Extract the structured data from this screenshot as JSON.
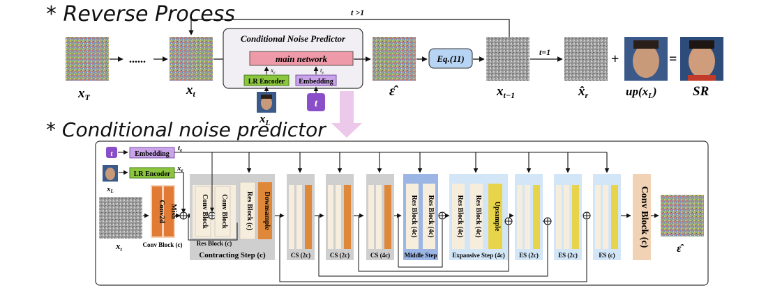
{
  "headings": {
    "reverse": "* Reverse Process",
    "cnp": "* Conditional noise predictor"
  },
  "top": {
    "t_gt_1": "t >1",
    "t_eq_1": "t=1",
    "cnp_title": "Conditional Noise Predictor",
    "main_network": "main network",
    "lr_encoder": "LR Encoder",
    "embedding": "Embedding",
    "t_token": "t",
    "x_e": "x",
    "x_e_sub": "e",
    "t_e": "t",
    "t_e_sub": "e",
    "dots": "......",
    "eq": "Eq.(11)",
    "plus": "+",
    "equals": "=",
    "labels": {
      "xT": "x",
      "xT_sub": "T",
      "xt": "x",
      "xt_sub": "t",
      "xL": "x",
      "xL_sub": "L",
      "eps": "ε̂",
      "xt1": "x",
      "xt1_sub": "t−1",
      "xr": "x̂",
      "xr_sub": "r",
      "up": "up(x",
      "up_sub": "L",
      "up_close": ")",
      "sr": "SR"
    }
  },
  "bottom": {
    "t_token": "t",
    "embedding": "Embedding",
    "lr_encoder": "LR Encoder",
    "t_e": "t",
    "t_e_sub": "e",
    "x_e": "x",
    "x_e_sub": "e",
    "xL": "x",
    "xL_sub": "L",
    "xt": "x",
    "xt_sub": "t",
    "eps": "ε̂",
    "conv2d": "Conv2d",
    "mish": "Mish",
    "conv_block_c": "Conv Block (c)",
    "conv_block_1": "Conv Block",
    "conv_block_2": "Conv Block",
    "res_block_c": "Res Block (c)",
    "res_block_c_label": "Res Block (c)",
    "downsample": "Downsample",
    "contracting_step": "Contracting Step (c)",
    "cs_2c_a": "CS (2c)",
    "cs_2c_b": "CS (2c)",
    "cs_4c": "CS (4c)",
    "res_block_4c_1": "Res Block (4c)",
    "res_block_4c_2": "Res Block (4c)",
    "middle_step": "Middle Step",
    "exp_res_block_1": "Res Block (4c)",
    "exp_res_block_2": "Res Block (4c)",
    "upsample": "Upsample",
    "expansive_step": "Expansive Step (4c)",
    "es_2c_a": "ES (2c)",
    "es_2c_b": "ES (2c)",
    "es_c": "ES (c)",
    "final_conv_block": "Conv Block (c)"
  },
  "colors": {
    "main_network": "#ef9aa8",
    "lr_encoder": "#8cc63f",
    "embedding": "#c9a4e8",
    "t_token": "#8a4fc8",
    "eq_box": "#b8d4f4",
    "conv_orange_light": "#f5d2b8",
    "conv_orange": "#e07a35",
    "cs_gray": "#cfcfcf",
    "cs_cream": "#f6eddc",
    "downsample": "#e0883a",
    "res_dark": "#d9c7a8",
    "middle_blue": "#9bb5e5",
    "expansive_blue": "#d3e6f7",
    "upsample_yellow": "#e8d44a",
    "final_conv": "#f1d2b5",
    "arrow_pink": "#ecc8ea"
  }
}
